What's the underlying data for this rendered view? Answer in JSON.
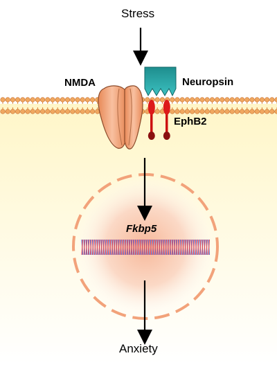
{
  "labels": {
    "stress": "Stress",
    "nmda": "NMDA",
    "neuropsin": "Neuropsin",
    "ephb2": "EphB2",
    "gene": "Fkbp5",
    "anxiety": "Anxiety"
  },
  "colors": {
    "membrane_head": "#f0a860",
    "membrane_tail": "#e08a3c",
    "cytoplasm_top": "#fff8d0",
    "nmda_fill": "#f0a070",
    "neuropsin_fill": "#2aa8a8",
    "ephb2_fill": "#cc1010",
    "ephb2_knob": "#8a1010",
    "nucleus_dash": "#f2a27a",
    "dna_strand_a": "#5a6fd0",
    "dna_strand_b": "#e04a5a"
  }
}
